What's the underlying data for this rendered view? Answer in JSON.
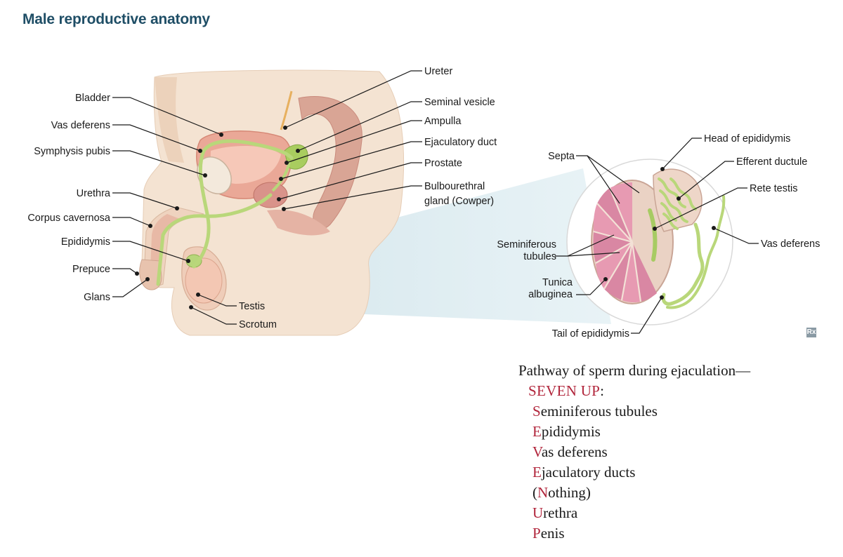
{
  "title": "Male reproductive anatomy",
  "sagittal_labels_left": {
    "bladder": "Bladder",
    "vas_deferens": "Vas deferens",
    "symphysis_pubis": "Symphysis pubis",
    "urethra": "Urethra",
    "corpus_cavernosa": "Corpus cavernosa",
    "epididymis": "Epididymis",
    "prepuce": "Prepuce",
    "glans": "Glans"
  },
  "sagittal_labels_right": {
    "ureter": "Ureter",
    "seminal_vesicle": "Seminal vesicle",
    "ampulla": "Ampulla",
    "ejaculatory_duct": "Ejaculatory duct",
    "prostate": "Prostate",
    "bulbourethral_line1": "Bulbourethral",
    "bulbourethral_line2": "gland (Cowper)",
    "testis": "Testis",
    "scrotum": "Scrotum"
  },
  "testis_labels": {
    "head_of_epididymis": "Head of epididymis",
    "efferent_ductule": "Efferent ductule",
    "rete_testis": "Rete testis",
    "vas_deferens": "Vas deferens",
    "septa": "Septa",
    "seminiferous_line1": "Seminiferous",
    "seminiferous_line2": "tubules",
    "tunica_line1": "Tunica",
    "tunica_line2": "albuginea",
    "tail_of_epididymis": "Tail of epididymis"
  },
  "rx_badge": "Rx",
  "mnemonic": {
    "heading": "Pathway of sperm during ejaculation—",
    "title": "SEVEN UP",
    "title_colon": ":",
    "steps": [
      {
        "cap": "S",
        "rest": "eminiferous tubules",
        "pre": "",
        "post": ""
      },
      {
        "cap": "E",
        "rest": "pididymis",
        "pre": "",
        "post": ""
      },
      {
        "cap": "V",
        "rest": "as deferens",
        "pre": "",
        "post": ""
      },
      {
        "cap": "E",
        "rest": "jaculatory ducts",
        "pre": "",
        "post": ""
      },
      {
        "cap": "N",
        "rest": "othing",
        "pre": "(",
        "post": ")"
      },
      {
        "cap": "U",
        "rest": "rethra",
        "pre": "",
        "post": ""
      },
      {
        "cap": "P",
        "rest": "enis",
        "pre": "",
        "post": ""
      }
    ]
  },
  "colors": {
    "title": "#1f4e66",
    "accent_red": "#b1253b",
    "skin": "#f2dcc6",
    "tissue_pink": "#e9a393",
    "duct_green": "#b9d77a",
    "tubule_pink": "#e79ab2",
    "zoom_cone": "#dcecf1"
  }
}
